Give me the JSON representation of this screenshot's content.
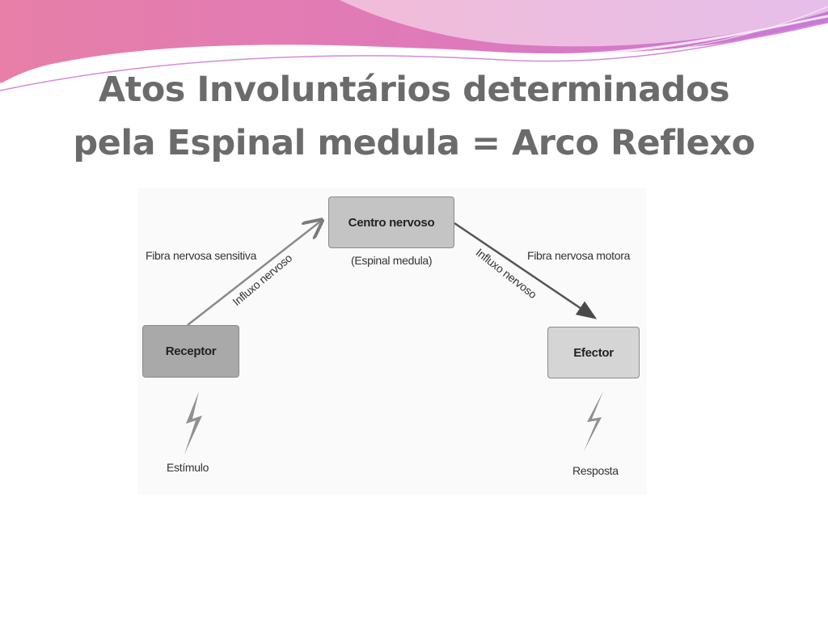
{
  "slide": {
    "title_line1": "Atos Involuntários determinados",
    "title_line2": "pela Espinal medula = Arco Reflexo"
  },
  "diagram": {
    "center_box": "Centro nervoso",
    "center_sub": "(Espinal medula)",
    "receptor_box": "Receptor",
    "efector_box": "Efector",
    "sensory_fiber": "Fibra nervosa sensitiva",
    "motor_fiber": "Fibra nervosa motora",
    "influx_left": "Influxo nervoso",
    "influx_right": "Influxo nervoso",
    "stimulus": "Estímulo",
    "response": "Resposta"
  },
  "icons": {
    "stimulus": "lightning-bolt-icon",
    "response": "lightning-bolt-icon"
  },
  "colors": {
    "title": "#6b6b6b",
    "banner_pink": "#e67bb2",
    "banner_purple": "#c57bd6"
  }
}
